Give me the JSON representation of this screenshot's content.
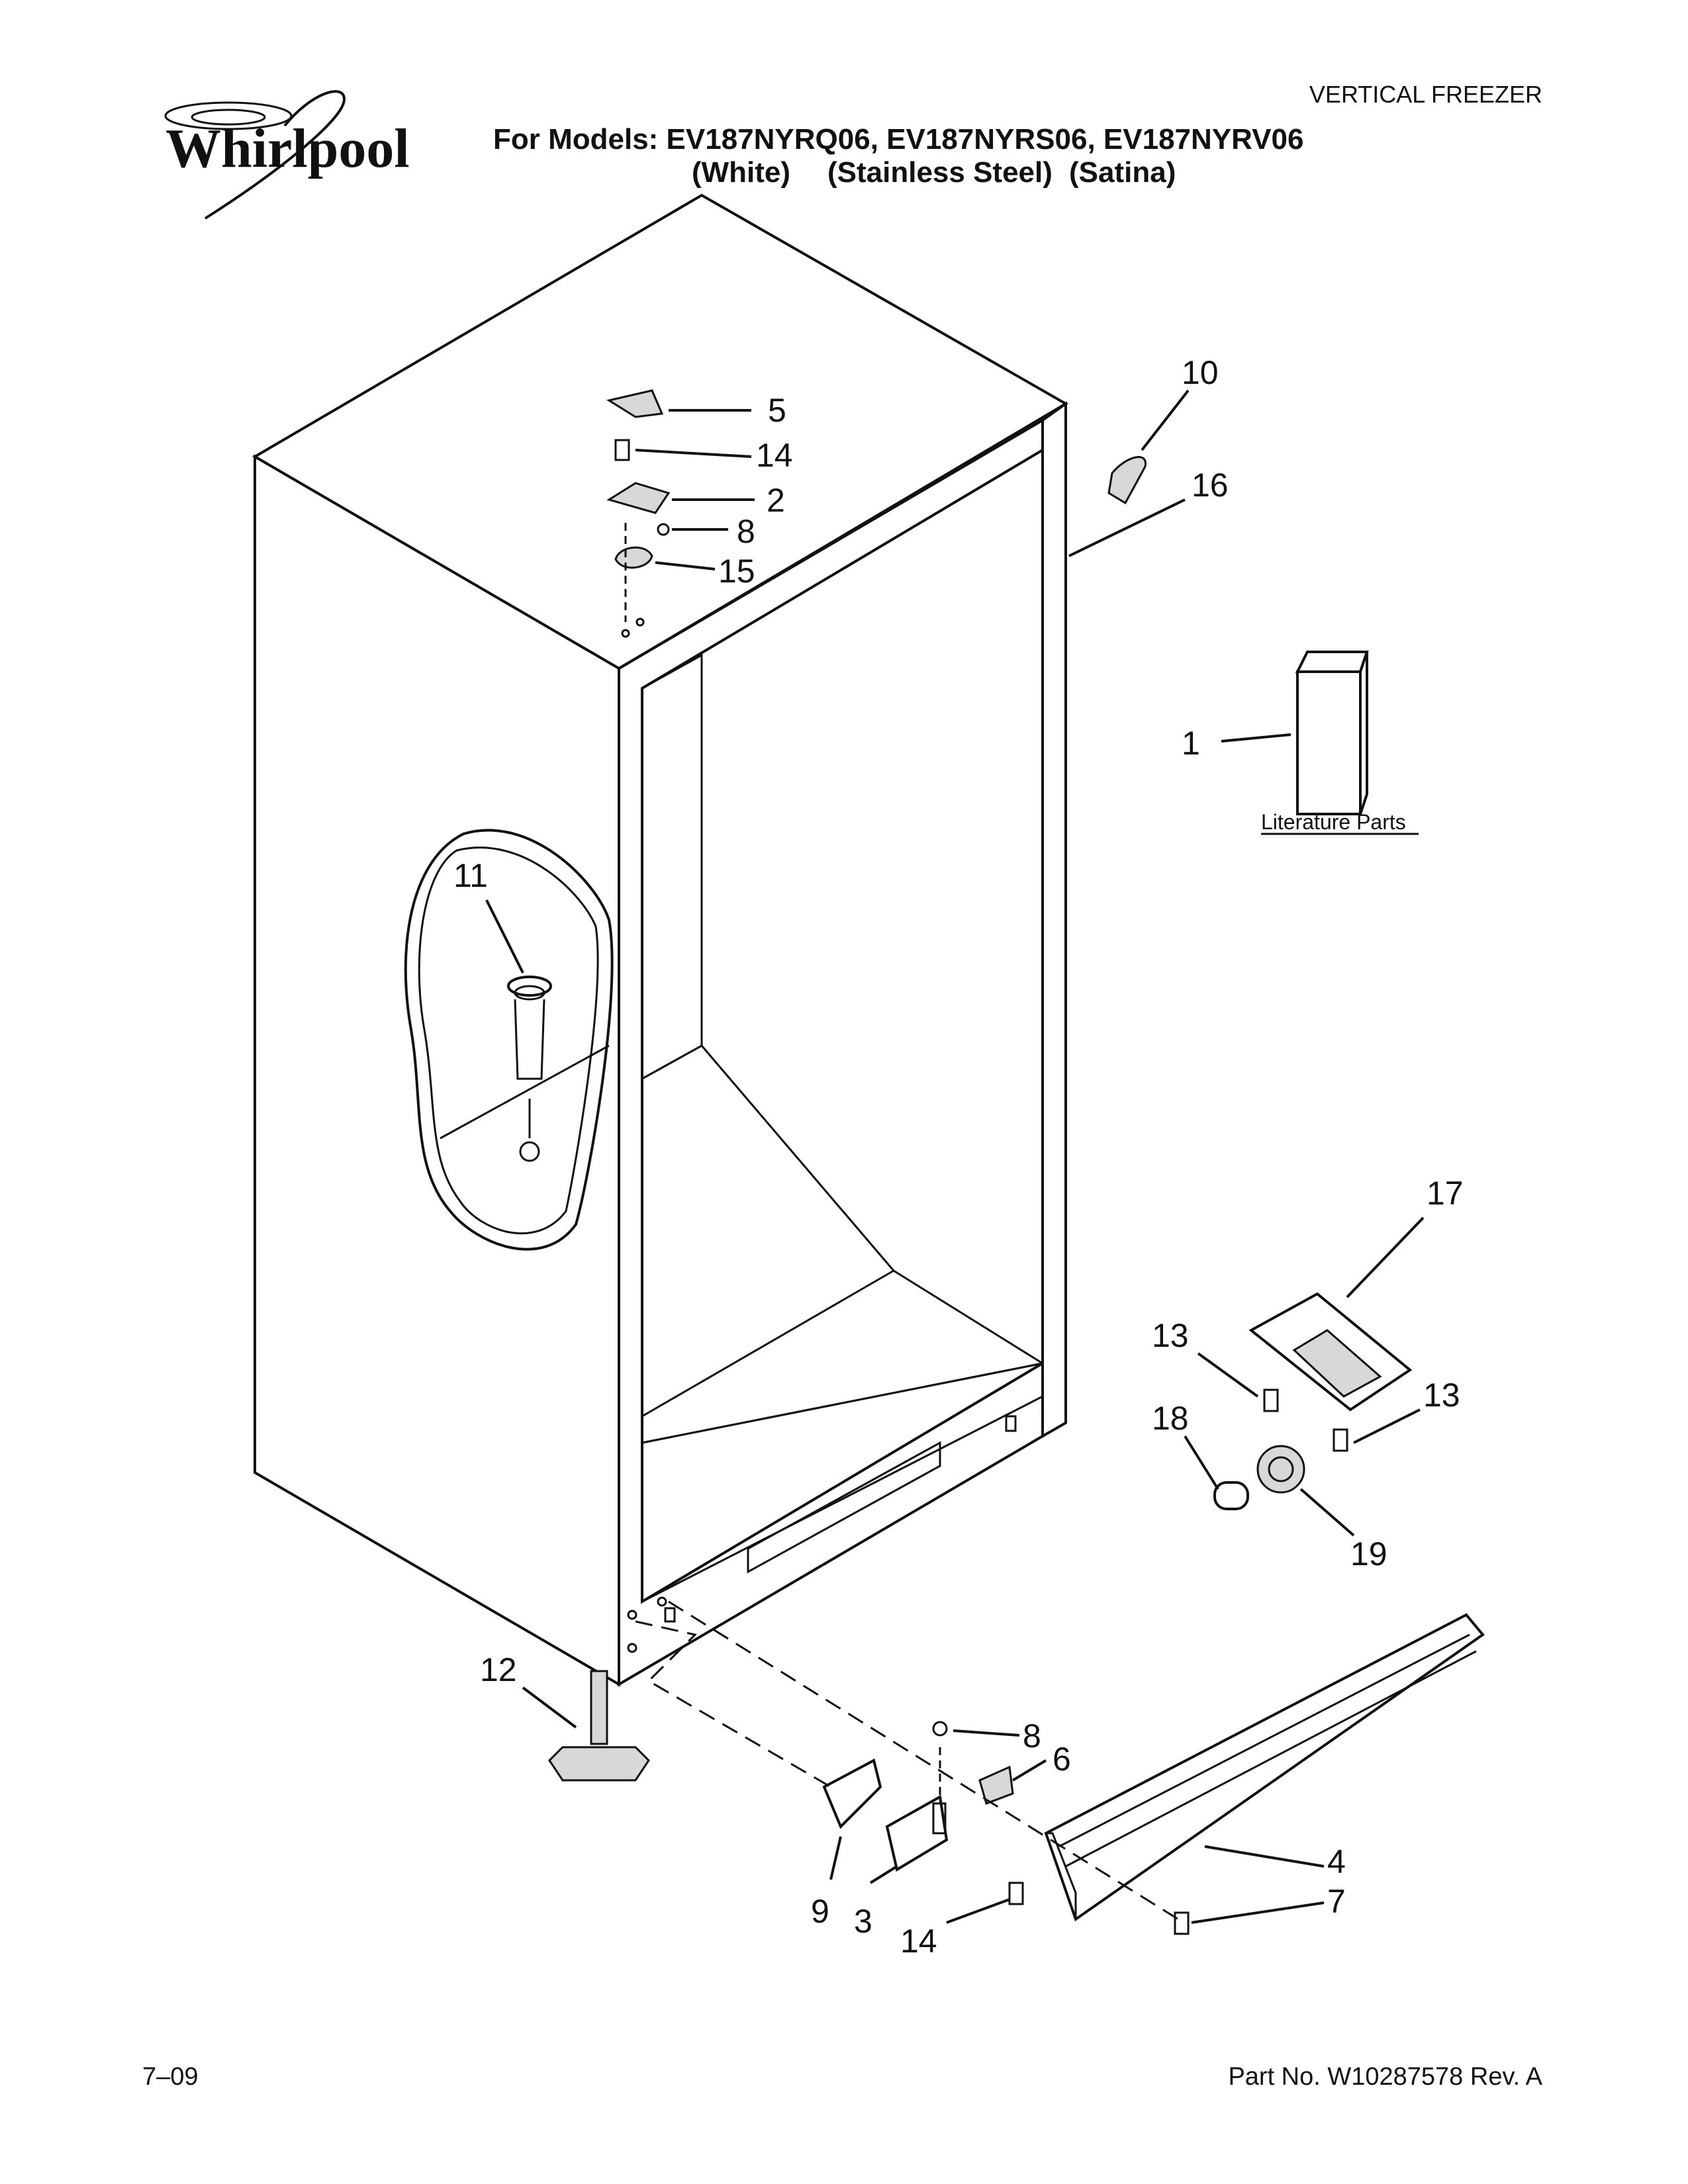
{
  "header": {
    "brand": "Whirlpool",
    "category": "VERTICAL FREEZER",
    "models_line": "For Models: EV187NYRQ06, EV187NYRS06, EV187NYRV06",
    "colors": [
      "(White)",
      "(Stainless Steel)",
      "(Satina)"
    ]
  },
  "callouts": {
    "c1": "1",
    "c2": "2",
    "c3": "3",
    "c4": "4",
    "c5": "5",
    "c6": "6",
    "c7": "7",
    "c8a": "8",
    "c8b": "8",
    "c9": "9",
    "c10": "10",
    "c11": "11",
    "c12": "12",
    "c13a": "13",
    "c13b": "13",
    "c14a": "14",
    "c14b": "14",
    "c15": "15",
    "c16": "16",
    "c17": "17",
    "c18": "18",
    "c19": "19"
  },
  "literature_label": "Literature Parts",
  "footer": {
    "date": "7–09",
    "part_no": "Part No. W10287578 Rev. A"
  }
}
